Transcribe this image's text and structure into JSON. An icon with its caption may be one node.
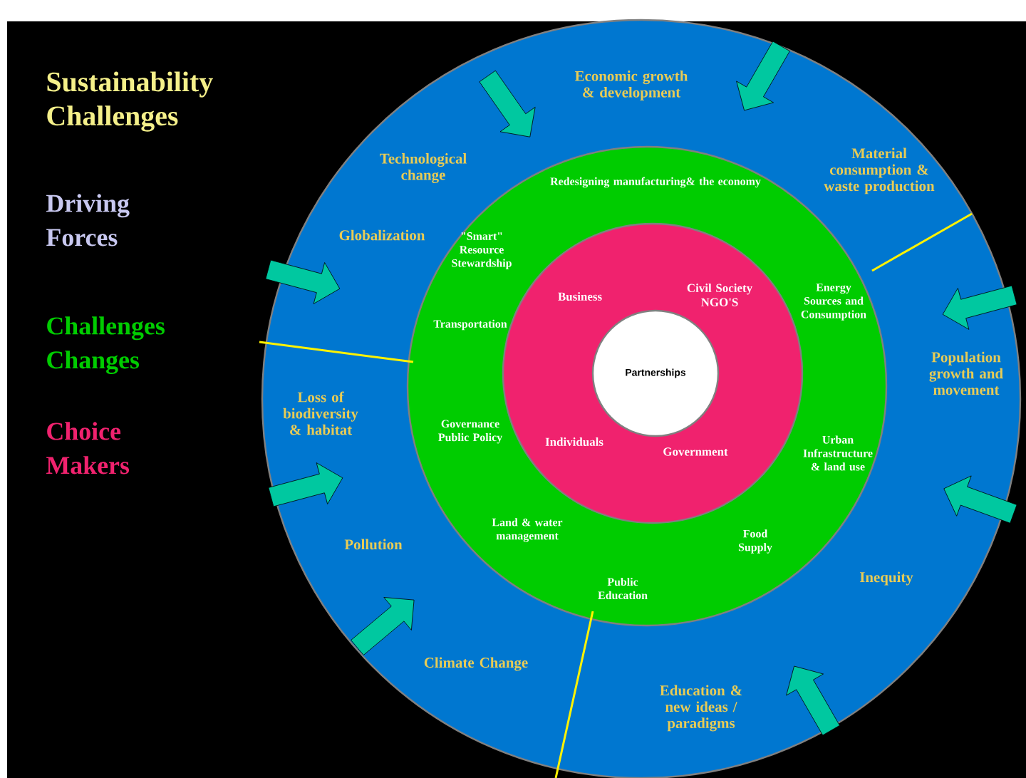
{
  "diagram": {
    "title": "Sustainability Challenges",
    "nodes": [
      {
        "text": [
          "Economic growth & development",
          "Technological change",
          "Material consumption & waste production",
          "Globalization",
          "Population growth and movement",
          "Loss of biodiversity & habitat",
          "Pollution",
          "Inequity",
          "Climate Change",
          "Education & new ideas / paradigms"
        ]
      },
      {
        "text": [
          "Redesigning manufacturing& the economy",
          "\"Smart\" Resource Stewardship",
          "Energy Sources and Consumption",
          "Transportation",
          "Governance Public Policy",
          "Urban Infrastructure & land use",
          "Land & water management",
          "Food Supply",
          "Public Education"
        ],
        "in": 0
      },
      {
        "text": [
          "Business",
          "Civil Society NGO'S",
          "Individuals",
          "Government"
        ],
        "in": 1
      },
      {
        "text": [
          "Partnerships"
        ],
        "in": 2
      }
    ],
    "labels": [
      "Driving Forces",
      "Challenges Changes",
      "Choice Makers"
    ]
  }
}
